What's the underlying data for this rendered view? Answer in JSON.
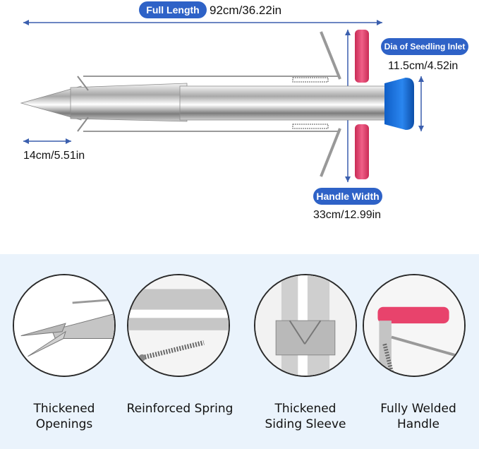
{
  "top": {
    "full_length_label": "Full Length",
    "full_length_value": "92cm/36.22in",
    "tip_value": "14cm/5.51in",
    "inlet_label": "Dia of Seedling Inlet",
    "inlet_value": "11.5cm/4.52in",
    "handle_label": "Handle Width",
    "handle_value": "33cm/12.99in"
  },
  "features": [
    {
      "label": "Thickened Openings"
    },
    {
      "label": "Reinforced Spring"
    },
    {
      "label": "Thickened\nSiding Sleeve"
    },
    {
      "label": "Fully Welded Handle"
    }
  ],
  "colors": {
    "accent_blue": "#2e62c7",
    "handle_pink": "#e8436c",
    "cap_blue": "#1f6fd6"
  }
}
